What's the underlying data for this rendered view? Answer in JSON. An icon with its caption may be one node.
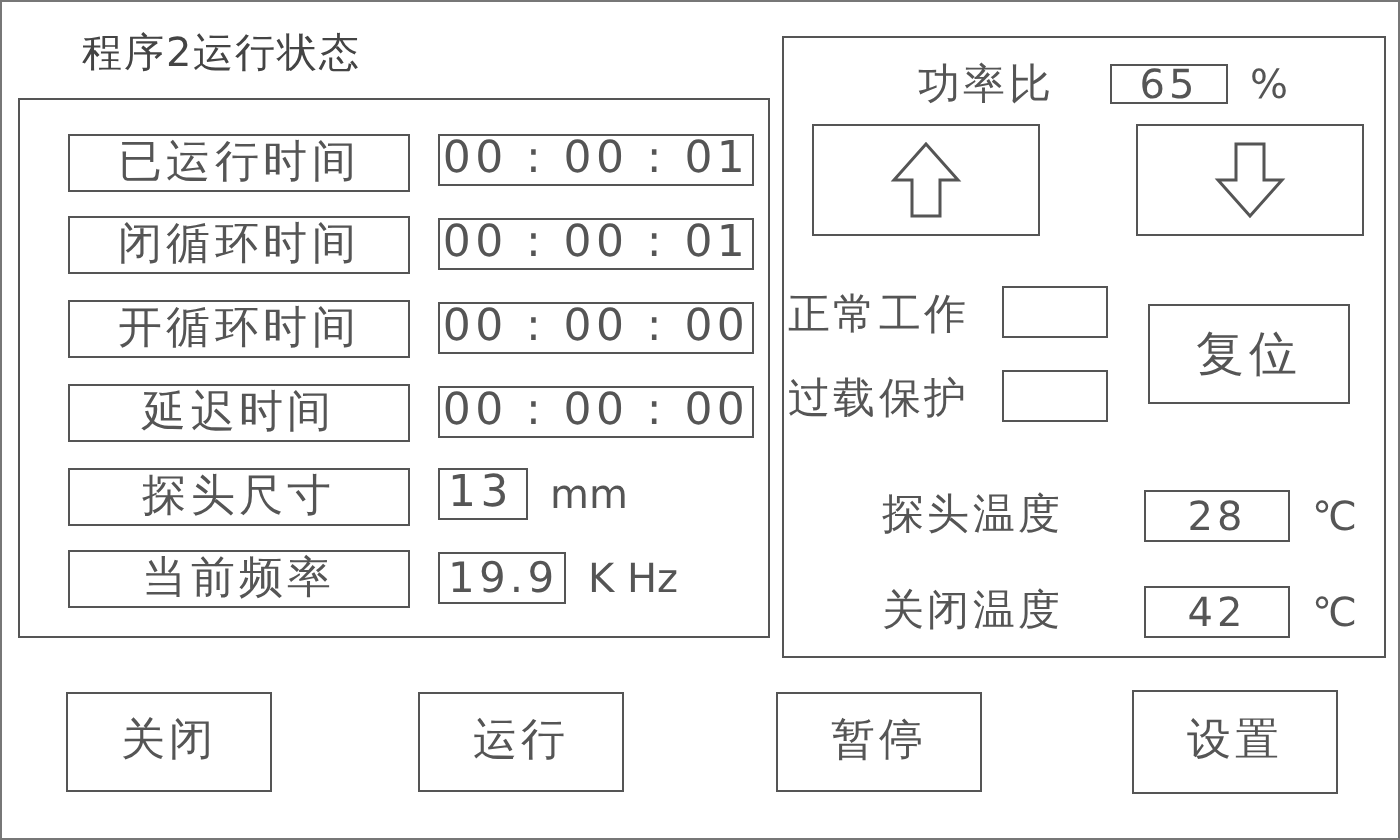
{
  "diagram": {
    "title": "程序2运行状态",
    "nodes": [
      {
        "text": [],
        "shape": "box"
      },
      {
        "text": [
          "已运行时间"
        ],
        "in": 0
      },
      {
        "text": [
          "00 : 00 : 01"
        ],
        "in": 0
      },
      {
        "text": [
          "闭循环时间"
        ],
        "in": 0
      },
      {
        "text": [
          "00 : 00 : 01"
        ],
        "in": 0
      },
      {
        "text": [
          "开循环时间"
        ],
        "in": 0
      },
      {
        "text": [
          "00 : 00 : 00"
        ],
        "in": 0
      },
      {
        "text": [
          "延迟时间"
        ],
        "in": 0
      },
      {
        "text": [
          "00 : 00 : 00"
        ],
        "in": 0
      },
      {
        "text": [
          "探头尺寸"
        ],
        "in": 0
      },
      {
        "text": [
          "13"
        ],
        "in": 0,
        "beside": [
          "mm"
        ]
      },
      {
        "text": [
          "当前频率"
        ],
        "in": 0
      },
      {
        "text": [
          "19.9"
        ],
        "in": 0,
        "beside": [
          "K Hz"
        ]
      },
      {
        "text": [],
        "shape": "box"
      },
      {
        "text": [
          "65"
        ],
        "in": 13,
        "beside": [
          "%"
        ]
      },
      {
        "text": [],
        "shape": "box",
        "in": 13
      },
      {
        "text": [],
        "shape": "box",
        "in": 13
      },
      {
        "text": [],
        "shape": "box",
        "in": 13
      },
      {
        "text": [],
        "shape": "box",
        "in": 13
      },
      {
        "text": [
          "复位"
        ],
        "in": 13
      },
      {
        "text": [
          "28"
        ],
        "in": 13,
        "beside": [
          "℃"
        ]
      },
      {
        "text": [
          "42"
        ],
        "in": 13,
        "beside": [
          "℃"
        ]
      },
      {
        "text": [
          "关闭"
        ]
      },
      {
        "text": [
          "运行"
        ]
      },
      {
        "text": [
          "暂停"
        ]
      },
      {
        "text": [
          "设置"
        ]
      }
    ],
    "edges": [],
    "labels": [
      "功率比",
      "正常工作",
      "过载保护",
      "探头温度",
      "关闭温度"
    ]
  }
}
